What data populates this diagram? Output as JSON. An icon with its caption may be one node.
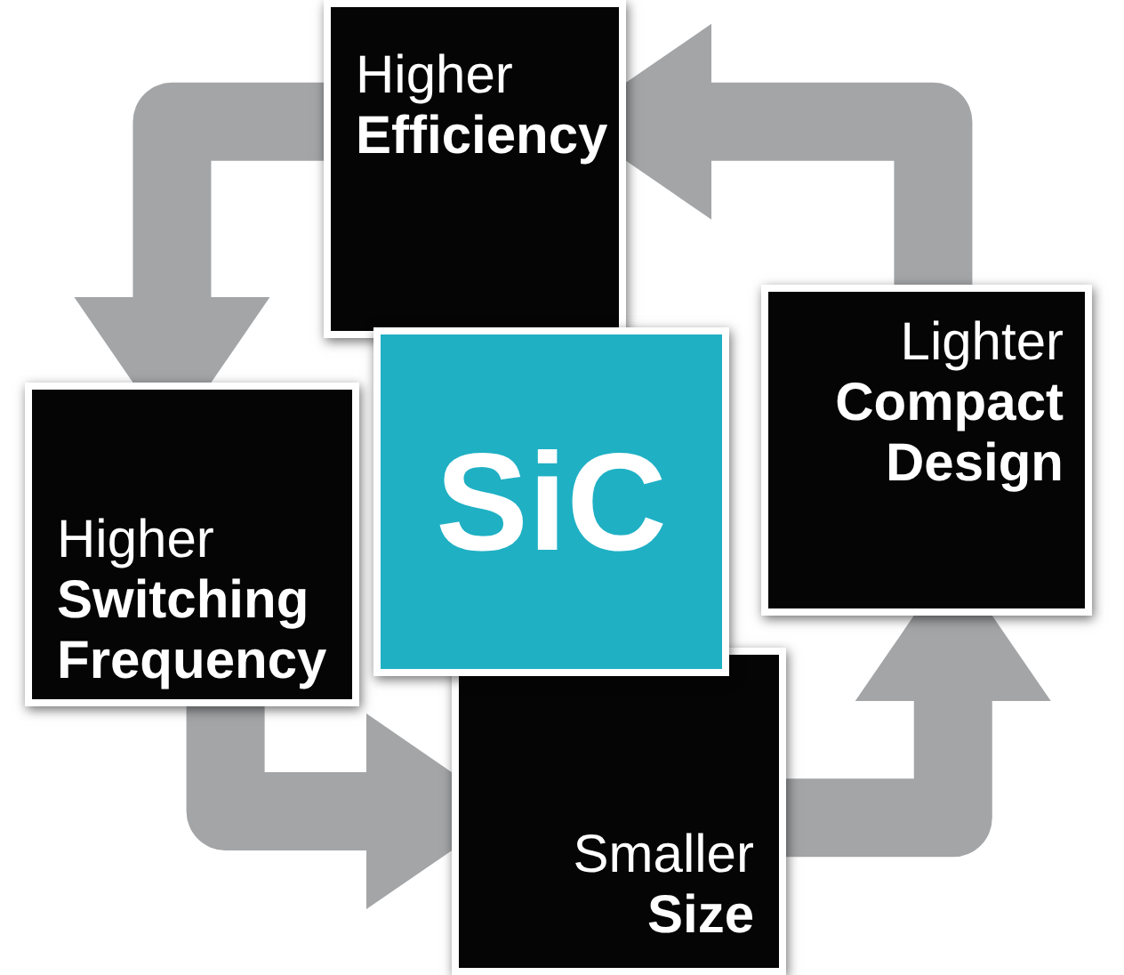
{
  "diagram": {
    "nodes": [
      {
        "text": [
          "Higher **Efficiency**"
        ]
      },
      {
        "text": [
          "Lighter **Compact Design**"
        ]
      },
      {
        "text": [
          "Higher **Switching Frequency**"
        ]
      },
      {
        "text": [
          "Smaller **Size**"
        ]
      },
      {
        "text": [
          "SiC"
        ]
      }
    ],
    "edges": [
      {
        "from": 0,
        "to": 2,
        "arrow": "to"
      },
      {
        "from": 2,
        "to": 3,
        "arrow": "to"
      },
      {
        "from": 3,
        "to": 1,
        "arrow": "to"
      },
      {
        "from": 1,
        "to": 0,
        "arrow": "to"
      }
    ]
  }
}
